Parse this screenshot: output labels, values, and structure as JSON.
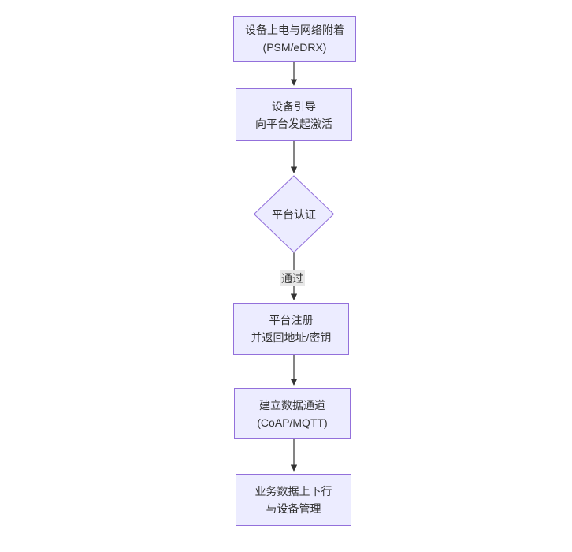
{
  "diagram": {
    "type": "flowchart",
    "direction": "top-down",
    "nodes": {
      "power_on": {
        "text": "设备上电与网络附着\n(PSM/eDRX)"
      },
      "bootstrap": {
        "text": "设备引导\n向平台发起激活"
      },
      "auth_decision": {
        "text": "平台认证"
      },
      "register": {
        "text": "平台注册\n并返回地址/密钥"
      },
      "data_channel": {
        "text": "建立数据通道\n(CoAP/MQTT)"
      },
      "business": {
        "text": "业务数据上下行\n与设备管理"
      }
    },
    "edges": {
      "auth_to_register_label": "通过"
    }
  },
  "colors": {
    "canvas_bg": "#ffffff",
    "node_fill": "#ECECFF",
    "node_border": "#9370DB",
    "text_color": "#333333",
    "edge_color": "#333333",
    "edge_label_bg": "#e8e8e8"
  }
}
